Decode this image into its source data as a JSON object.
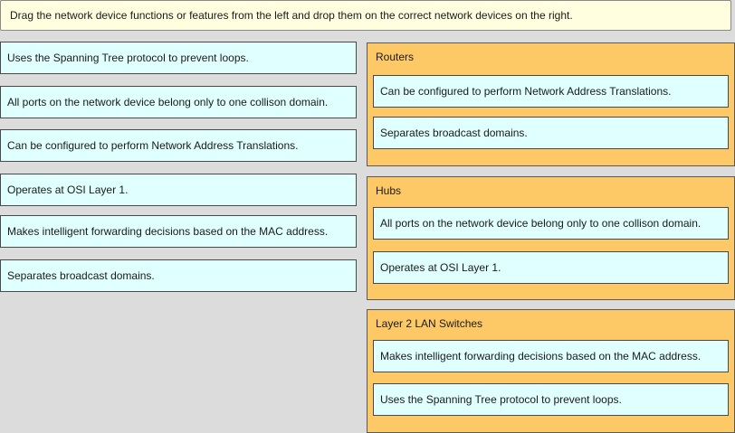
{
  "instruction": "Drag the network device functions or features from the left and drop them on the correct network devices on the right.",
  "source_items": [
    "Uses the Spanning Tree protocol to prevent loops.",
    "All ports on the network device belong only to one collison domain.",
    "Can be configured to perform Network Address Translations.",
    "Operates at OSI Layer 1.",
    "Makes intelligent forwarding decisions based on the MAC address.",
    "Separates broadcast domains."
  ],
  "targets": [
    {
      "title": "Routers",
      "items": [
        "Can be configured to perform Network Address Translations.",
        "Separates broadcast domains."
      ]
    },
    {
      "title": "Hubs",
      "items": [
        "All ports on the network device belong only to one collison domain.",
        "Operates at OSI Layer 1."
      ]
    },
    {
      "title": "Layer 2 LAN Switches",
      "items": [
        "Makes intelligent forwarding decisions based on the MAC address.",
        "Uses the Spanning Tree protocol to prevent loops."
      ]
    }
  ]
}
